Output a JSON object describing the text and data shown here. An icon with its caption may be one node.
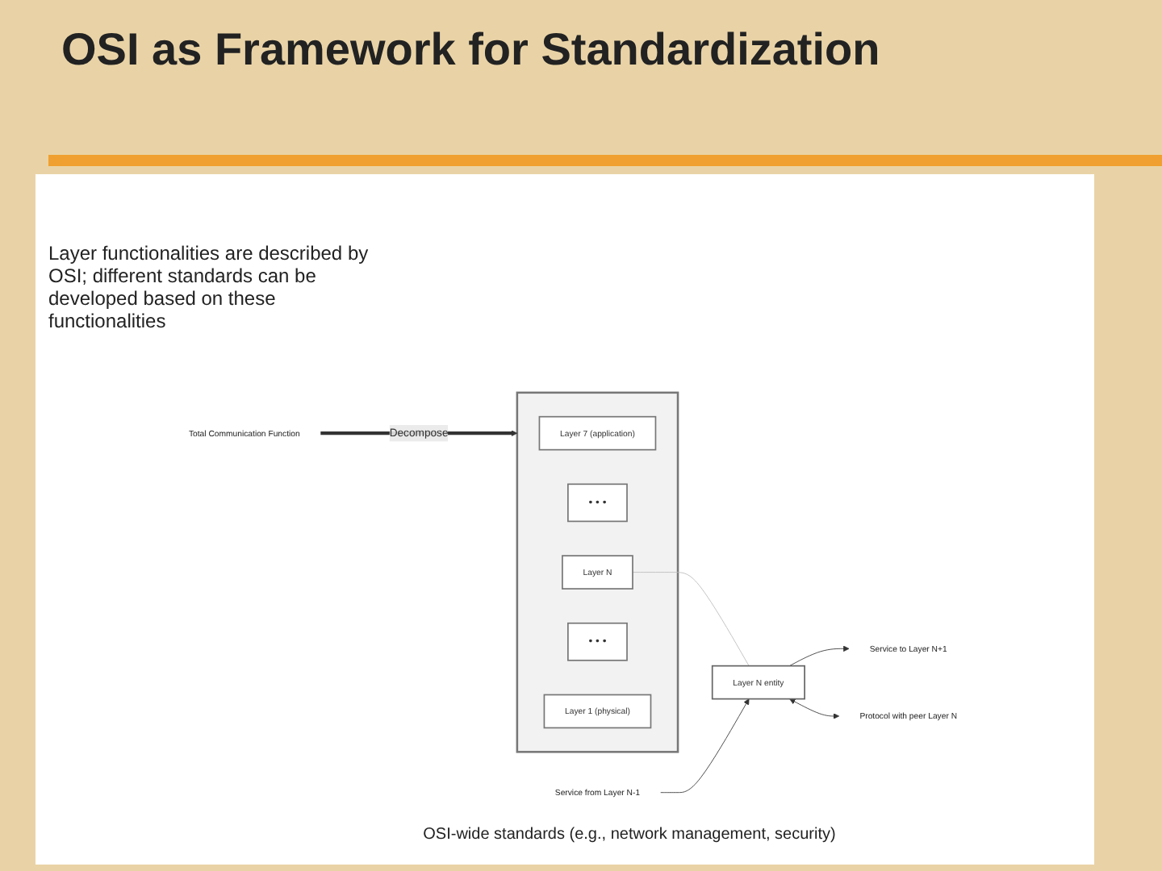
{
  "diagram": {
    "title": "OSI as Framework for Standardization",
    "nodes": [
      {
        "text": [
          "Total Communication Function"
        ]
      },
      {
        "text": [],
        "shape": "box"
      },
      {
        "text": [
          "Layer 7 (application)"
        ],
        "in": 1
      },
      {
        "text": [
          "• • •"
        ],
        "in": 1
      },
      {
        "text": [
          "Layer N"
        ],
        "in": 1
      },
      {
        "text": [
          "• • •"
        ],
        "in": 1
      },
      {
        "text": [
          "Layer 1 (physical)"
        ],
        "in": 1
      },
      {
        "text": [
          "Service to Layer N+1"
        ]
      },
      {
        "text": [
          "Layer N entity"
        ]
      },
      {
        "text": [
          "Protocol with peer Layer N"
        ]
      },
      {
        "text": [
          "Service from Layer N-1"
        ]
      }
    ],
    "edges": [
      {
        "from": 0,
        "to": 1,
        "arrow": "to",
        "label": "Decompose",
        "style": "thick"
      },
      {
        "from": 4,
        "to": 8,
        "arrow": "none",
        "color": "#bbbbbb"
      },
      {
        "from": 8,
        "to": 7,
        "arrow": "to"
      },
      {
        "from": 10,
        "to": 8,
        "arrow": "to"
      },
      {
        "from": 8,
        "to": 9,
        "arrow": "both"
      }
    ],
    "labels": [
      "Layer functionalities are described by OSI; different standards can be developed based on these functionalities",
      "OSI-wide standards (e.g., network management, security)"
    ]
  }
}
